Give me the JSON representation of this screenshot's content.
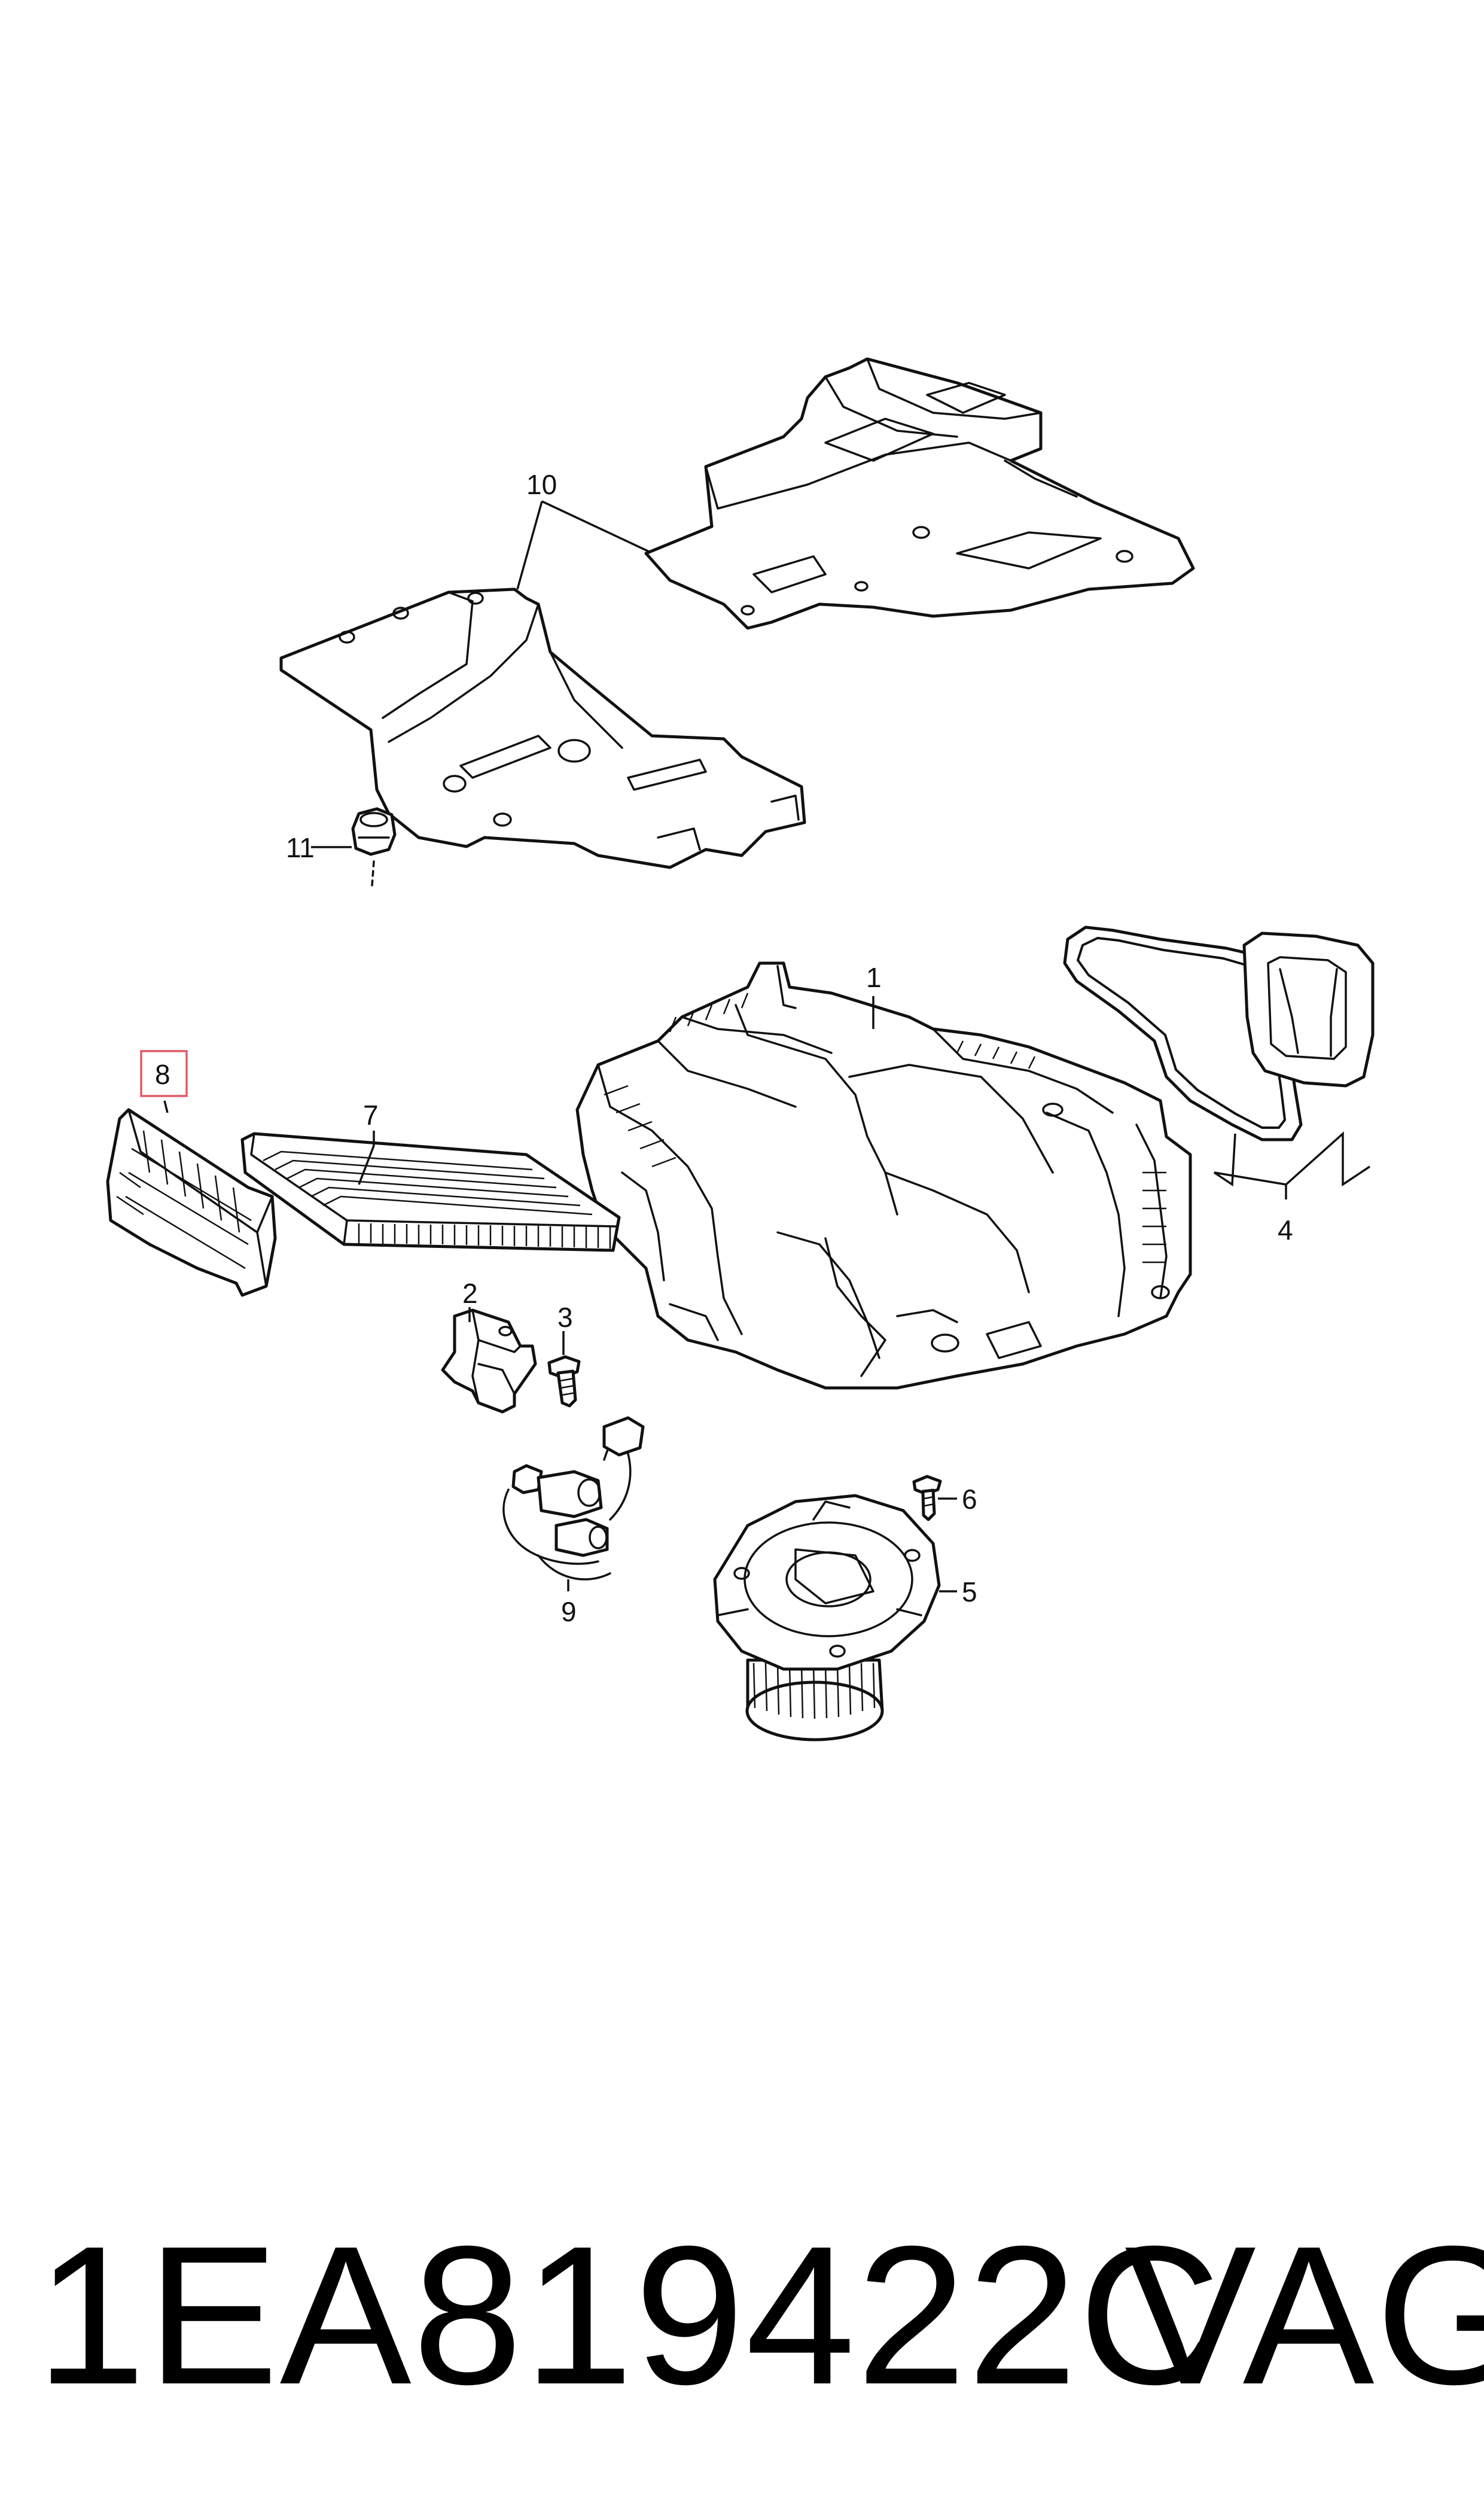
{
  "callouts": {
    "c1": "1",
    "c2": "2",
    "c3": "3",
    "c4": "4",
    "c5": "5",
    "c6": "6",
    "c7": "7",
    "c8": "8",
    "c9": "9",
    "c10": "10",
    "c11": "11"
  },
  "highlight": {
    "callout": "8",
    "color": "#e05a66"
  },
  "footer": {
    "part_number": "1EA819422C",
    "brand": "VAG"
  }
}
